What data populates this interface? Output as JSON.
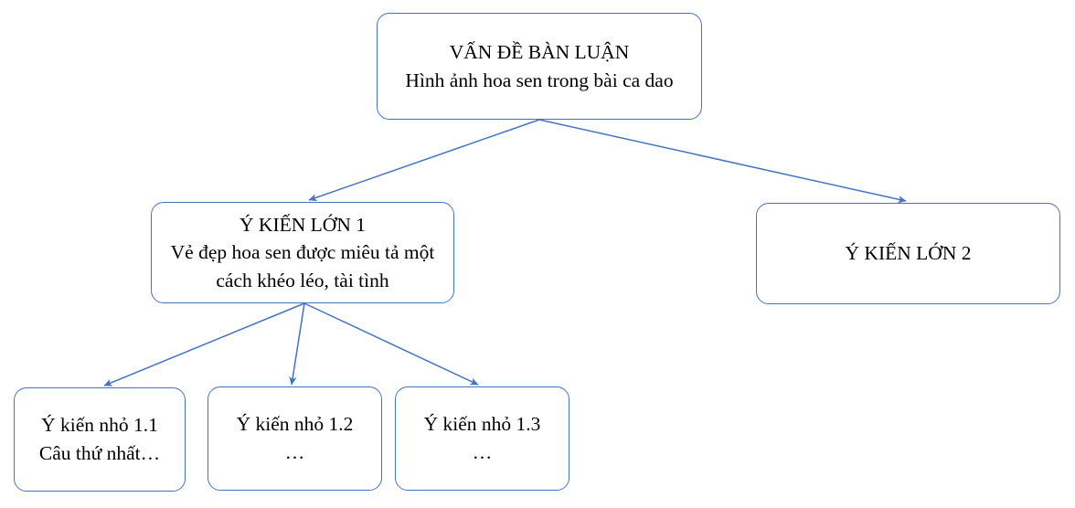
{
  "diagram": {
    "accent_color": "#4472C4",
    "background_color": "#ffffff",
    "text_color": "#000000",
    "nodes": {
      "problem": {
        "title": "VẤN ĐỀ BÀN LUẬN",
        "subtitle": "Hình ảnh hoa sen trong bài ca dao"
      },
      "opinion1": {
        "title": "Ý KIẾN LỚN 1",
        "subtitle": "Vẻ đẹp hoa sen được miêu tả một cách khéo léo, tài tình"
      },
      "opinion2": {
        "title": "Ý KIẾN LỚN 2"
      },
      "sub1": {
        "title": "Ý kiến nhỏ 1.1",
        "subtitle": "Câu thứ nhất…"
      },
      "sub2": {
        "title": "Ý kiến nhỏ 1.2",
        "subtitle": "…"
      },
      "sub3": {
        "title": "Ý kiến nhỏ 1.3",
        "subtitle": "…"
      }
    },
    "edges": [
      {
        "from": "problem",
        "to": "opinion1"
      },
      {
        "from": "problem",
        "to": "opinion2"
      },
      {
        "from": "opinion1",
        "to": "sub1"
      },
      {
        "from": "opinion1",
        "to": "sub2"
      },
      {
        "from": "opinion1",
        "to": "sub3"
      }
    ]
  }
}
